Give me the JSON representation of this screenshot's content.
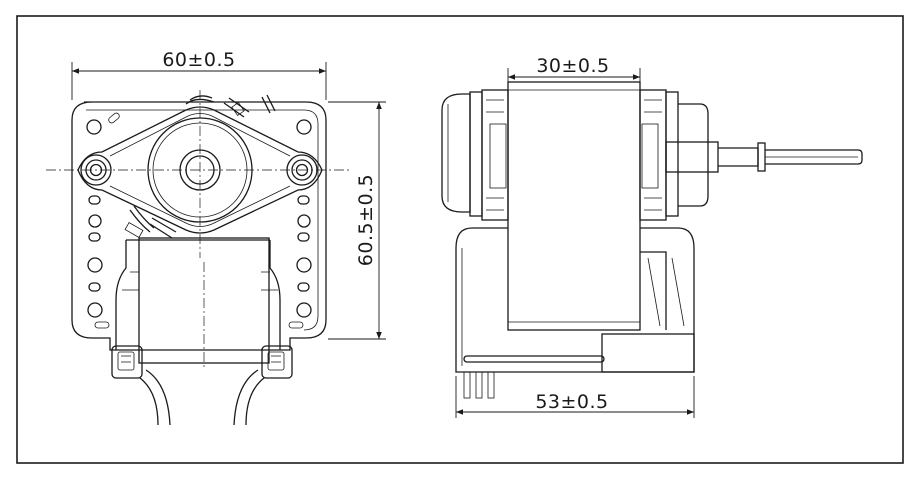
{
  "drawing": {
    "dimensions": {
      "front_width": "60±0.5",
      "front_height": "60.5±0.5",
      "side_top_width": "30±0.5",
      "side_base_width": "53±0.5"
    }
  }
}
